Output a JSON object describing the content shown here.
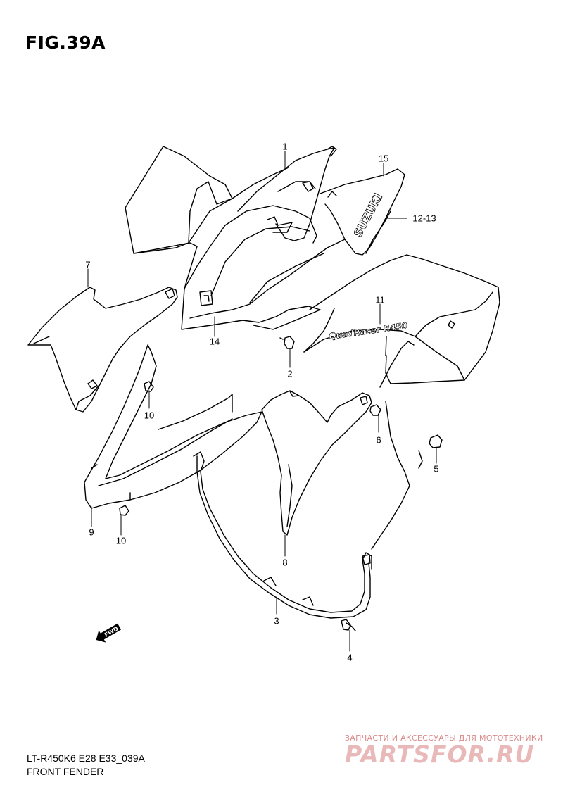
{
  "figure": {
    "title": "FIG.39A",
    "code": "LT-R450K6 E28 E33_039A",
    "name": "FRONT FENDER"
  },
  "callouts": [
    {
      "id": "c1",
      "label": "1"
    },
    {
      "id": "c15",
      "label": "15"
    },
    {
      "id": "c1213",
      "label": "12-13"
    },
    {
      "id": "c7",
      "label": "7"
    },
    {
      "id": "c11",
      "label": "11"
    },
    {
      "id": "c14",
      "label": "14"
    },
    {
      "id": "c2",
      "label": "2"
    },
    {
      "id": "c10a",
      "label": "10"
    },
    {
      "id": "c6",
      "label": "6"
    },
    {
      "id": "c5",
      "label": "5"
    },
    {
      "id": "c9",
      "label": "9"
    },
    {
      "id": "c10b",
      "label": "10"
    },
    {
      "id": "c8",
      "label": "8"
    },
    {
      "id": "c3",
      "label": "3"
    },
    {
      "id": "c4",
      "label": "4"
    }
  ],
  "decals": {
    "brand": "SUZUKI",
    "model": "QuadRacer R450"
  },
  "fwd_marker": "FWD",
  "watermark": {
    "tagline": "ЗАПЧАСТИ И АКСЕССУАРЫ ДЛЯ МОТОТЕХНИКИ",
    "logo": "PARTSFOR.RU"
  }
}
